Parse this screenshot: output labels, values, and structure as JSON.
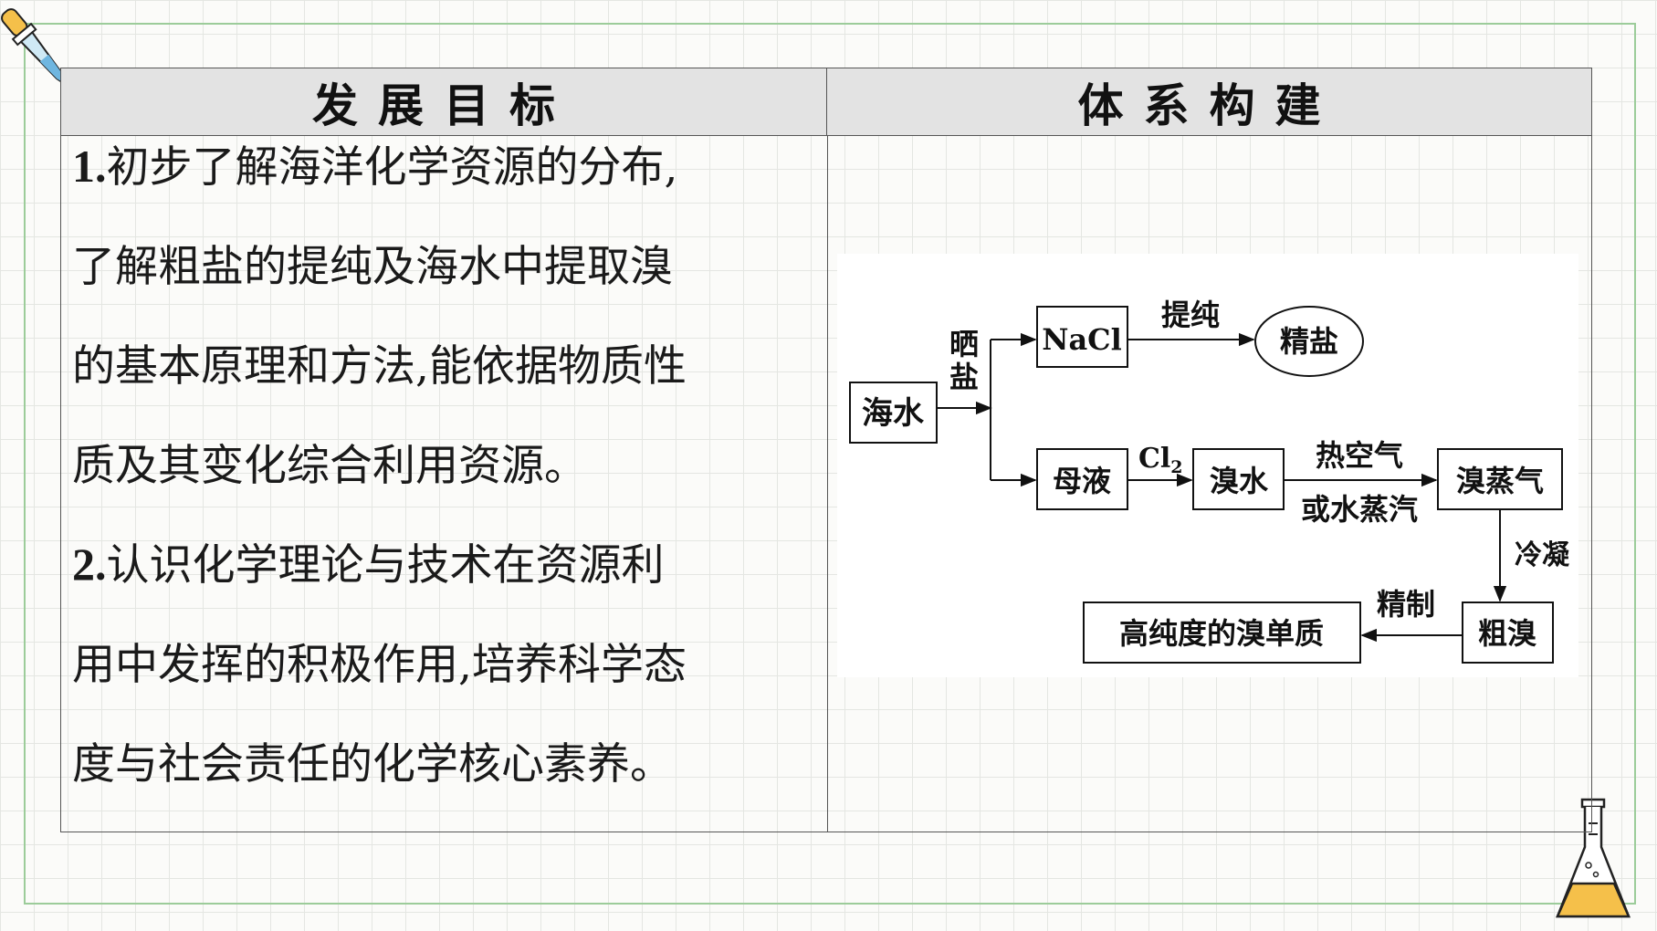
{
  "goals": {
    "header": "发展目标",
    "lines": [
      {
        "num": "1.",
        "text": "初步了解海洋化学资源的分布,"
      },
      {
        "num": "",
        "text": "了解粗盐的提纯及海水中提取溴"
      },
      {
        "num": "",
        "text": "的基本原理和方法,能依据物质性"
      },
      {
        "num": "",
        "text": "质及其变化综合利用资源。"
      },
      {
        "num": "2.",
        "text": "认识化学理论与技术在资源利"
      },
      {
        "num": "",
        "text": "用中发挥的积极作用,培养科学态"
      },
      {
        "num": "",
        "text": "度与社会责任的化学核心素养。"
      }
    ]
  },
  "system": {
    "header": "体系构建"
  },
  "diagram": {
    "seawater": "海水",
    "sun_dry_1": "晒",
    "sun_dry_2": "盐",
    "nacl": "NaCl",
    "purify": "提纯",
    "fine_salt": "精盐",
    "mother_liquor": "母液",
    "cl2_main": "Cl",
    "cl2_sub": "2",
    "bromine_water": "溴水",
    "hot_air": "热空气",
    "or_steam": "或水蒸汽",
    "bromine_vapor": "溴蒸气",
    "condense": "冷凝",
    "crude_bromine": "粗溴",
    "refine": "精制",
    "pure_bromine": "高纯度的溴单质"
  },
  "colors": {
    "frame_border": "#9ccc9a",
    "header_bg": "#e3e3e3",
    "grid_line": "#e4e6e2",
    "flask_liquid": "#f5c04a"
  }
}
